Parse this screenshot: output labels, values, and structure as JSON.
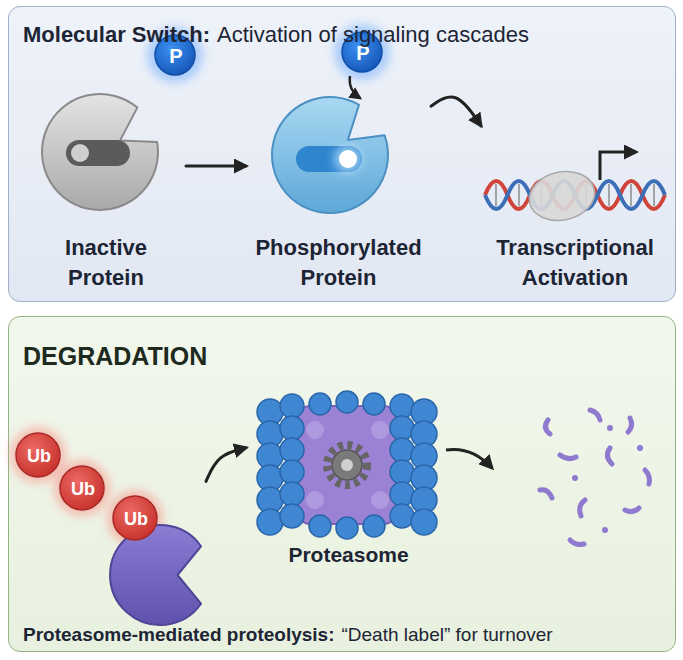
{
  "diagram": {
    "nodes": [
      {
        "text": [
          "Molecular Switch:",
          "Activation of signaling cascades"
        ]
      },
      {
        "text": [
          "P",
          "Inactive Protein"
        ],
        "in": 0
      },
      {
        "text": [
          "P",
          "Phosphorylated Protein"
        ],
        "in": 0
      },
      {
        "text": [
          "Transcriptional Activation"
        ],
        "in": 0
      },
      {
        "text": [
          "DEGRADATION",
          "Proteasome-mediated proteolysis:",
          "“Death label” for turnover"
        ]
      },
      {
        "text": [
          "Ub",
          "Ub",
          "Ub"
        ],
        "in": 4
      },
      {
        "text": [
          "Proteasome"
        ],
        "in": 4
      }
    ],
    "edges": [
      {
        "from": 1,
        "to": 2,
        "arrow": "to"
      },
      {
        "from": 2,
        "to": 3,
        "arrow": "to"
      },
      {
        "from": 5,
        "to": 6,
        "arrow": "to"
      }
    ]
  }
}
